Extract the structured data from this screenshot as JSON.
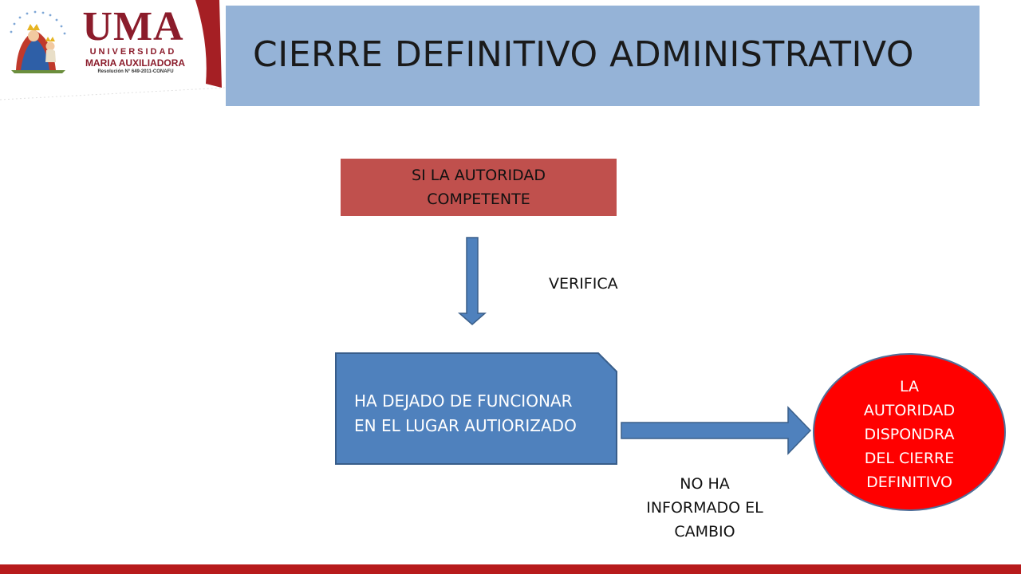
{
  "logo": {
    "acronym": "UMA",
    "line1": "UNIVERSIDAD",
    "line2": "MARIA AUXILIADORA",
    "resolution": "Resolución N° 649-2011-CONAFU"
  },
  "header": {
    "title": "CIERRE DEFINITIVO ADMINISTRATIVO"
  },
  "diagram": {
    "start_node": {
      "line1": "SI LA AUTORIDAD",
      "line2": "COMPETENTE"
    },
    "edge_down_label": "VERIFICA",
    "process_node": {
      "line1": "HA DEJADO DE FUNCIONAR",
      "line2": "EN EL LUGAR AUTIORIZADO"
    },
    "edge_right_label": {
      "line1": "NO HA",
      "line2": "INFORMADO EL",
      "line3": "CAMBIO"
    },
    "end_node": {
      "line1": "LA",
      "line2": "AUTORIDAD",
      "line3": "DISPONDRA",
      "line4": "DEL CIERRE",
      "line5": "DEFINITIVO"
    }
  },
  "colors": {
    "title_bar": "#95b3d7",
    "start_node": "#c0504d",
    "process_node": "#4f81bd",
    "end_node": "#ff0000",
    "brand": "#8b1c2b",
    "bottom_bar": "#b71b1c"
  }
}
